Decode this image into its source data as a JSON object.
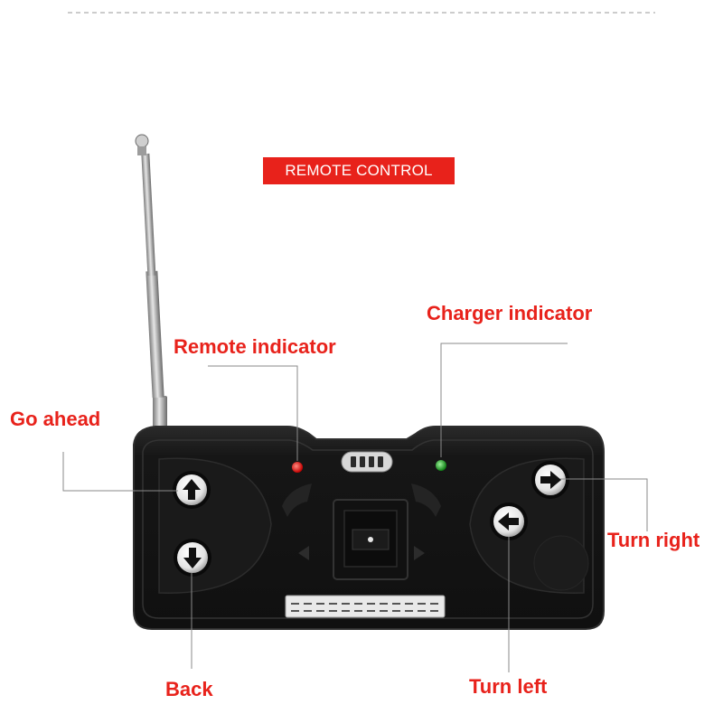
{
  "banner": {
    "text": "REMOTE CONTROL"
  },
  "labels": {
    "charger_indicator": "Charger indicator",
    "remote_indicator": "Remote indicator",
    "go_ahead": "Go ahead",
    "turn_right": "Turn right",
    "back": "Back",
    "turn_left": "Turn left"
  },
  "colors": {
    "accent": "#e8221b",
    "body": "#161616",
    "remote_led": "#e01010",
    "charger_led": "#19a51f",
    "button_face": "#f2f2f2"
  },
  "icons": {
    "forward_button": "arrow-up-icon",
    "back_button": "arrow-down-icon",
    "right_button": "arrow-right-icon",
    "left_button": "arrow-left-icon"
  }
}
